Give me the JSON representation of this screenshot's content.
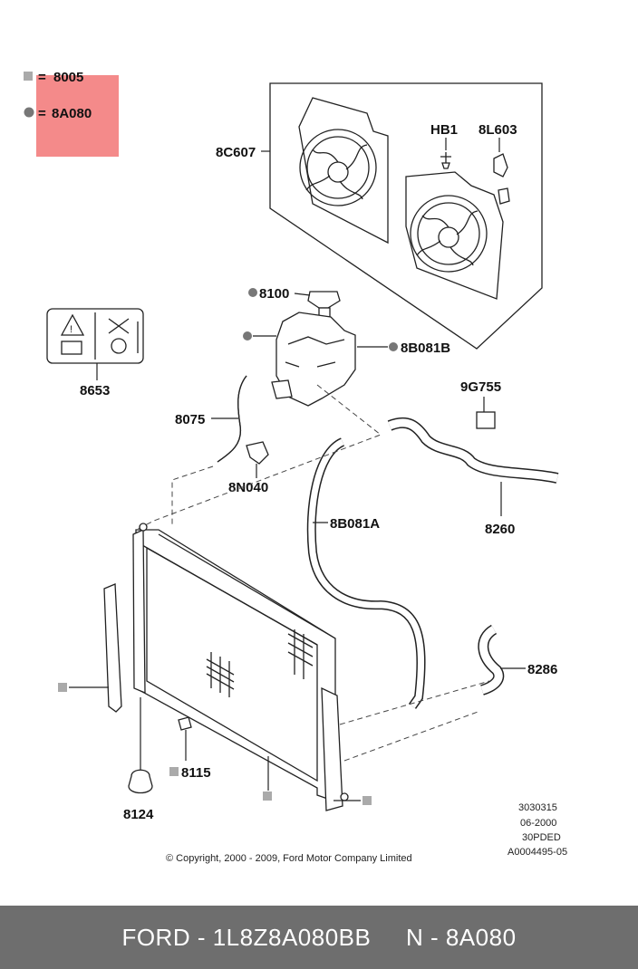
{
  "legend": {
    "square_code": "8005",
    "circle_code": "8A080",
    "equals": "=",
    "highlight_color": "#f48a8a"
  },
  "callouts": {
    "c8C607": "8C607",
    "cHB1": "HB1",
    "c8L603": "8L603",
    "c8100": "8100",
    "c8B081B": "8B081B",
    "c8653": "8653",
    "c8075": "8075",
    "c8N040": "8N040",
    "c9G755": "9G755",
    "c8B081A": "8B081A",
    "c8260": "8260",
    "c8286": "8286",
    "c8115": "8115",
    "c8124": "8124"
  },
  "refs": {
    "line1": "3030315",
    "line2": "06-2000",
    "line3": "30PDED",
    "line4": "A0004495-05"
  },
  "copyright": "© Copyright, 2000 - 2009, Ford Motor Company Limited",
  "footer": {
    "brand_part": "FORD - 1L8Z8A080BB",
    "ref": "N - 8A080"
  }
}
